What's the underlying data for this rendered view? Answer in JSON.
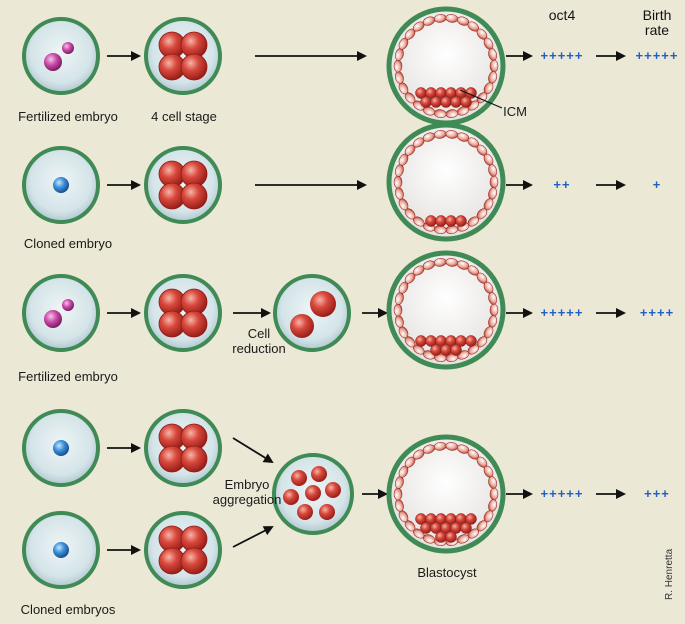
{
  "headers": {
    "oct4": "oct4",
    "birth_rate": "Birth\nrate"
  },
  "rows": [
    {
      "start_label": "Fertilized embryo",
      "stage_label": "4 cell stage",
      "icm_label": "ICM",
      "oct4": "+++++",
      "birth": "+++++"
    },
    {
      "start_label": "Cloned embryo",
      "oct4": "++",
      "birth": "+"
    },
    {
      "start_label": "Fertilized embryo",
      "step_label": "Cell\nreduction",
      "oct4": "+++++",
      "birth": "++++"
    },
    {
      "start_label": "Cloned embryos",
      "step_label": "Embryo\naggregation",
      "end_label": "Blastocyst",
      "oct4": "+++++",
      "birth": "+++"
    }
  ],
  "credit": "R. Henretta",
  "colors": {
    "background": "#ece8d6",
    "membrane": "#3f8a55",
    "cell": "#c3312a",
    "plus": "#1f5fc8"
  }
}
